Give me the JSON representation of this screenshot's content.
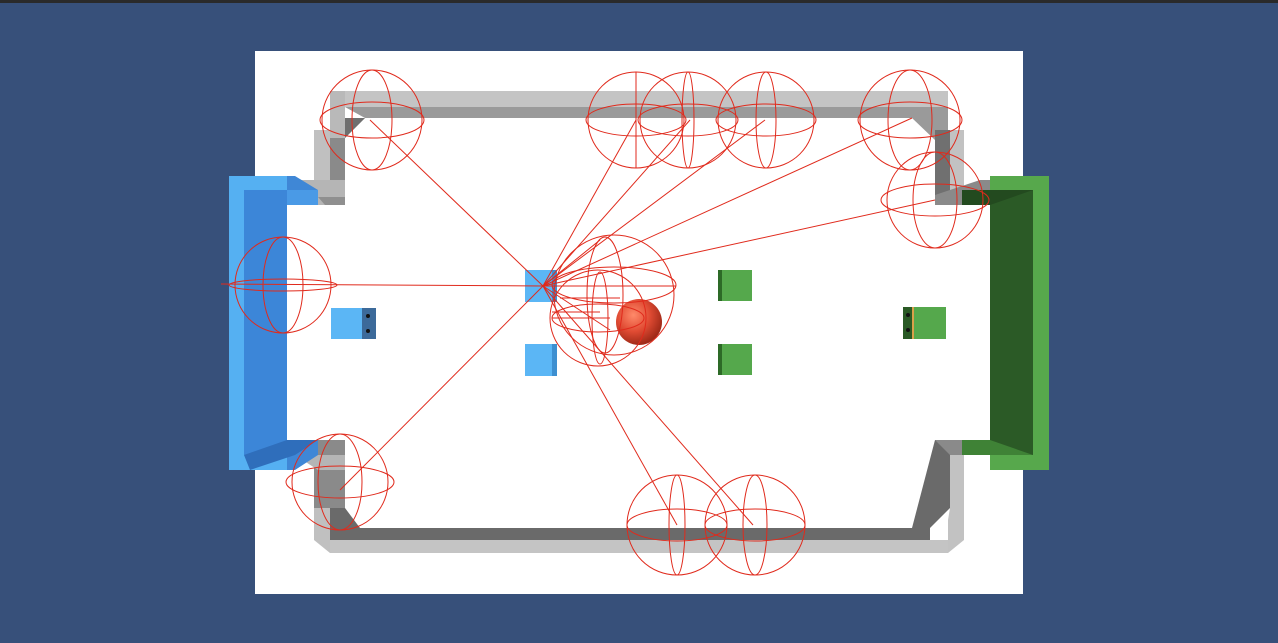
{
  "viewport": {
    "background_color": "#37507a"
  },
  "arena": {
    "floor_color": "#ffffff",
    "wall_light_color": "#b9b9b9",
    "wall_dark_color": "#6a6a6a",
    "blue_goal_light": "#55b0f2",
    "blue_goal_dark": "#3f87d6",
    "green_goal_light": "#57a84c",
    "green_goal_dark": "#2b5a26"
  },
  "agents": {
    "blue_team": [
      "blue-agent",
      "blue-agent",
      "blue-agent"
    ],
    "green_team": [
      "green-agent",
      "green-agent",
      "green-agent"
    ],
    "blue_color": "#5bb6f5",
    "green_color": "#55a84c"
  },
  "ball": {
    "color": "#e04b33"
  },
  "gizmos": {
    "ray_color": "#e02a1c",
    "sensor_icon": "wire-sphere-icon"
  }
}
